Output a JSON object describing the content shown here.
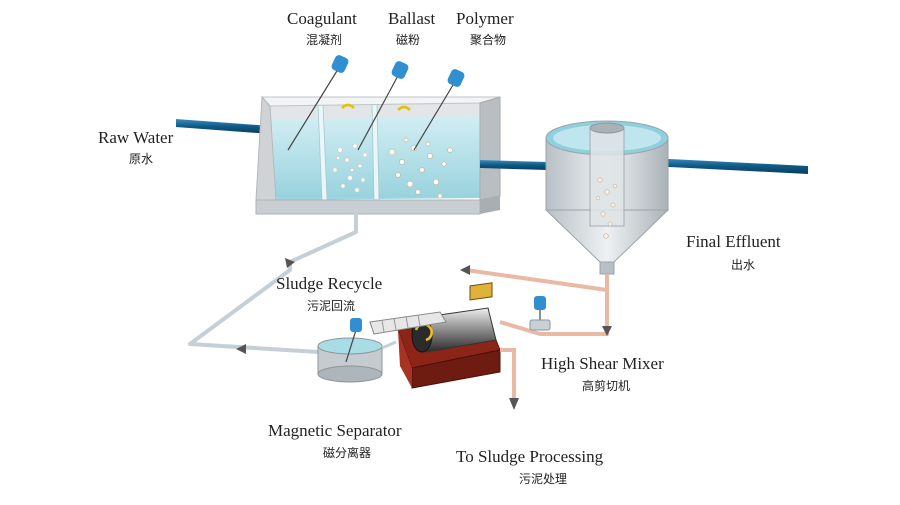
{
  "labels": {
    "coagulant": {
      "en": "Coagulant",
      "cn": "混凝剂"
    },
    "ballast": {
      "en": "Ballast",
      "cn": "磁粉"
    },
    "polymer": {
      "en": "Polymer",
      "cn": "聚合物"
    },
    "raw_water": {
      "en": "Raw Water",
      "cn": "原水"
    },
    "final_effluent": {
      "en": "Final Effluent",
      "cn": "出水"
    },
    "sludge_recycle": {
      "en": "Sludge Recycle",
      "cn": "污泥回流"
    },
    "high_shear_mixer": {
      "en": "High Shear Mixer",
      "cn": "高剪切机"
    },
    "magnetic_separator": {
      "en": "Magnetic Separator",
      "cn": "磁分离器"
    },
    "to_sludge_processing": {
      "en": "To Sludge Processing",
      "cn": "污泥处理"
    }
  },
  "colors": {
    "pipe_blue": "#1a6b98",
    "tank_gray": "#d9dde0",
    "water": "#a9dde6",
    "sludge_pipe": "#e9b9a6",
    "recycle_pipe": "#c5cfd6",
    "dosing_blue": "#2f8fd0",
    "mixer_red": "#8c2418"
  }
}
